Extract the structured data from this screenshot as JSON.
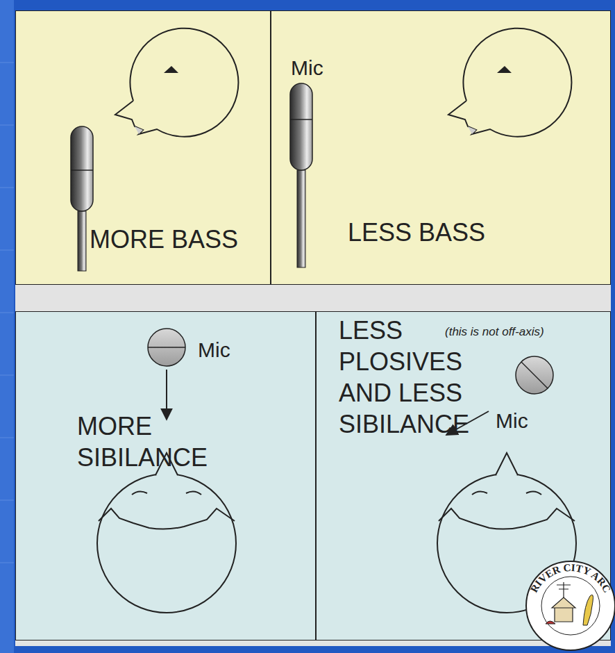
{
  "diagram": {
    "nodes": [
      {
        "text": [
          "MORE BASS"
        ]
      },
      {
        "text": [
          "Mic",
          "LESS BASS"
        ]
      },
      {
        "text": [
          "Mic",
          "MORE SIBILANCE"
        ]
      },
      {
        "text": [
          "LESS PLOSIVES AND LESS SIBILANCE",
          "(this is not off-axis)",
          "Mic"
        ]
      }
    ],
    "labels": [
      "RIVER CITY ARC"
    ]
  }
}
